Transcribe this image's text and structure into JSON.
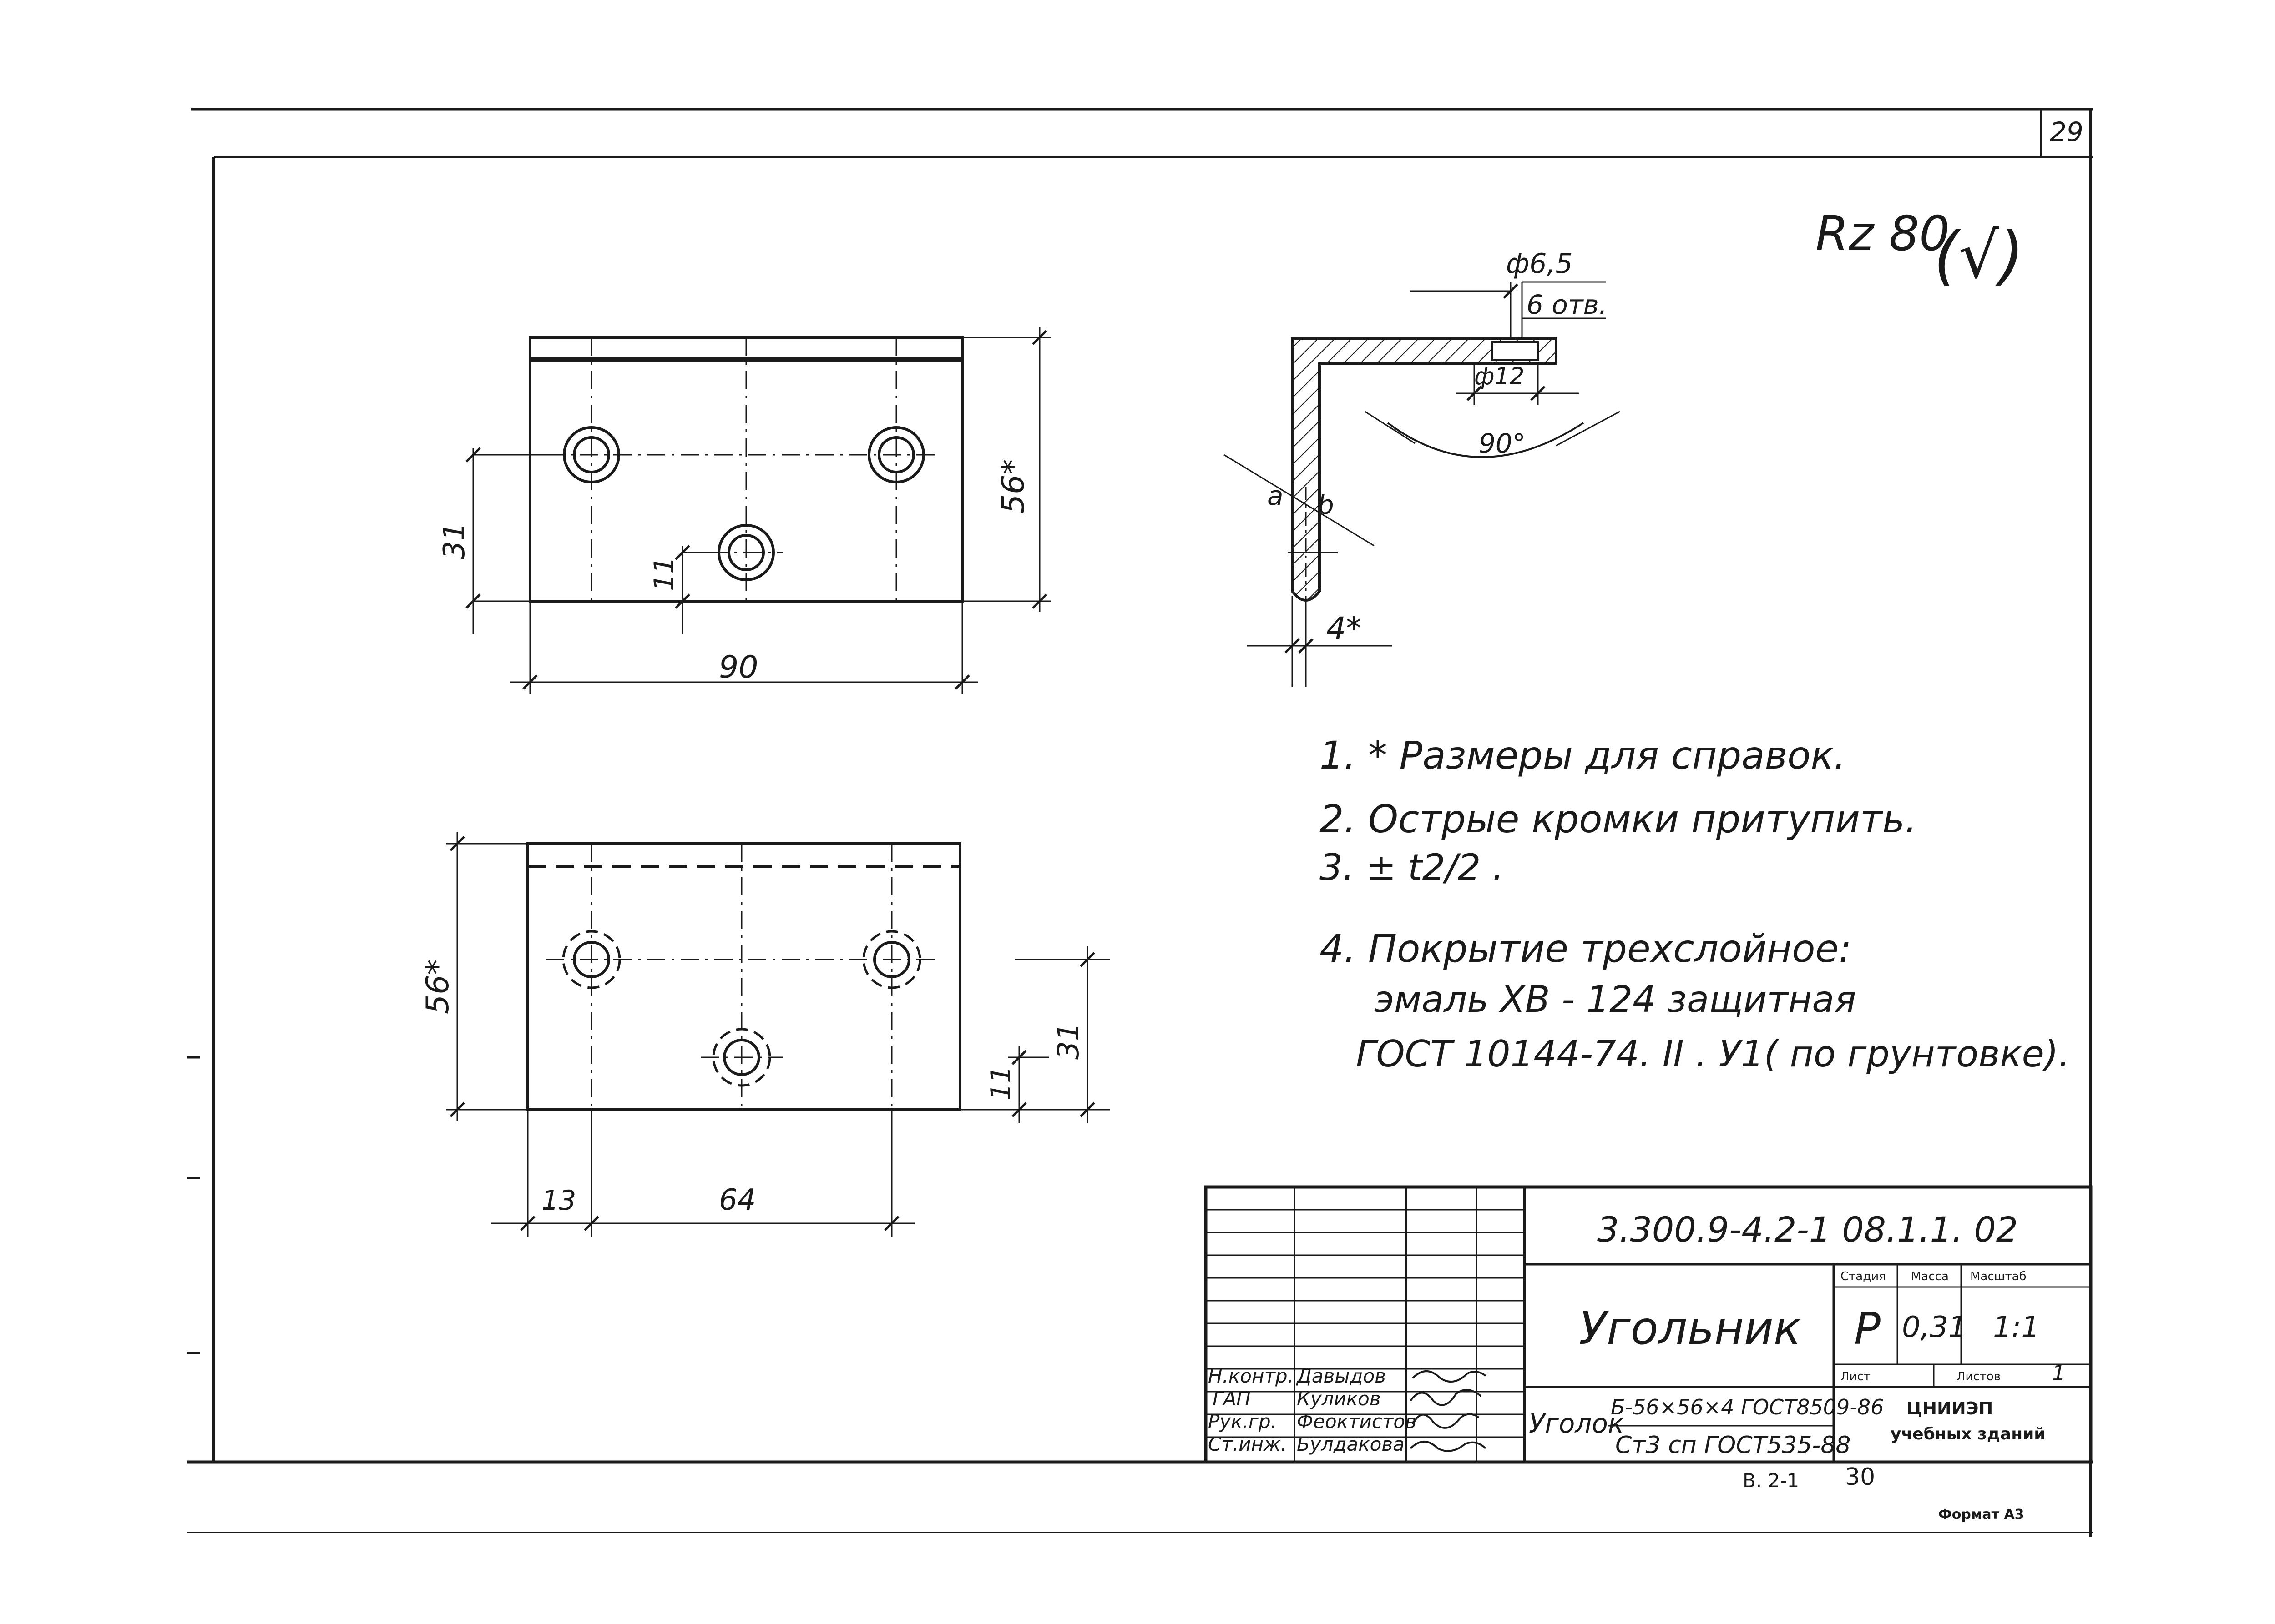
{
  "page_number": "29",
  "roughness": "Rz 80",
  "roughness_extra": "(√)",
  "hole_callout": {
    "diameter": "ф6,5",
    "count": "6 отв."
  },
  "dims": {
    "front_height": "56*",
    "front_width": "90",
    "front_hole_y1": "31",
    "front_hole_y2": "11",
    "profile_bore": "ф12",
    "profile_angle": "90°",
    "profile_thickness": "4*",
    "profile_a": "a",
    "profile_b": "b",
    "bottom_height": "56*",
    "bottom_hole_y1": "31",
    "bottom_hole_y2": "11",
    "bottom_x1": "13",
    "bottom_x2": "64"
  },
  "notes": [
    "1. * Размеры для справок.",
    "2. Острые кромки притупить.",
    "3. ± t2/2 .",
    "4. Покрытие трехслойное:",
    "эмаль ХВ - 124 защитная",
    "ГОСТ 10144-74. II . У1( по грунтовке)."
  ],
  "title_block": {
    "designation": "3.300.9-4.2-1 08.1.1. 02",
    "part_name": "Угольник",
    "col_stage": "Стадия",
    "col_mass": "Масса",
    "col_scale": "Масштаб",
    "stage": "Р",
    "mass": "0,31",
    "scale": "1:1",
    "sheet_label": "Лист",
    "sheets_label": "Листов",
    "sheets": "1",
    "material_label": "Уголок",
    "material_line1": "Б-56×56×4 ГОСТ8509-86",
    "material_line2": "Ст3 сп ГОСТ535-88",
    "org_line1": "ЦНИИЭП",
    "org_line2": "учебных зданий",
    "roles": [
      {
        "role": "Н.контр.",
        "name": "Давыдов"
      },
      {
        "role": "ГАП",
        "name": "Куликов"
      },
      {
        "role": "Рук.гр.",
        "name": "Феоктистов"
      },
      {
        "role": "Ст.инж.",
        "name": "Булдакова"
      }
    ]
  },
  "footer_code": "В. 2-1",
  "footer_page": "30",
  "format": "Формат А3"
}
